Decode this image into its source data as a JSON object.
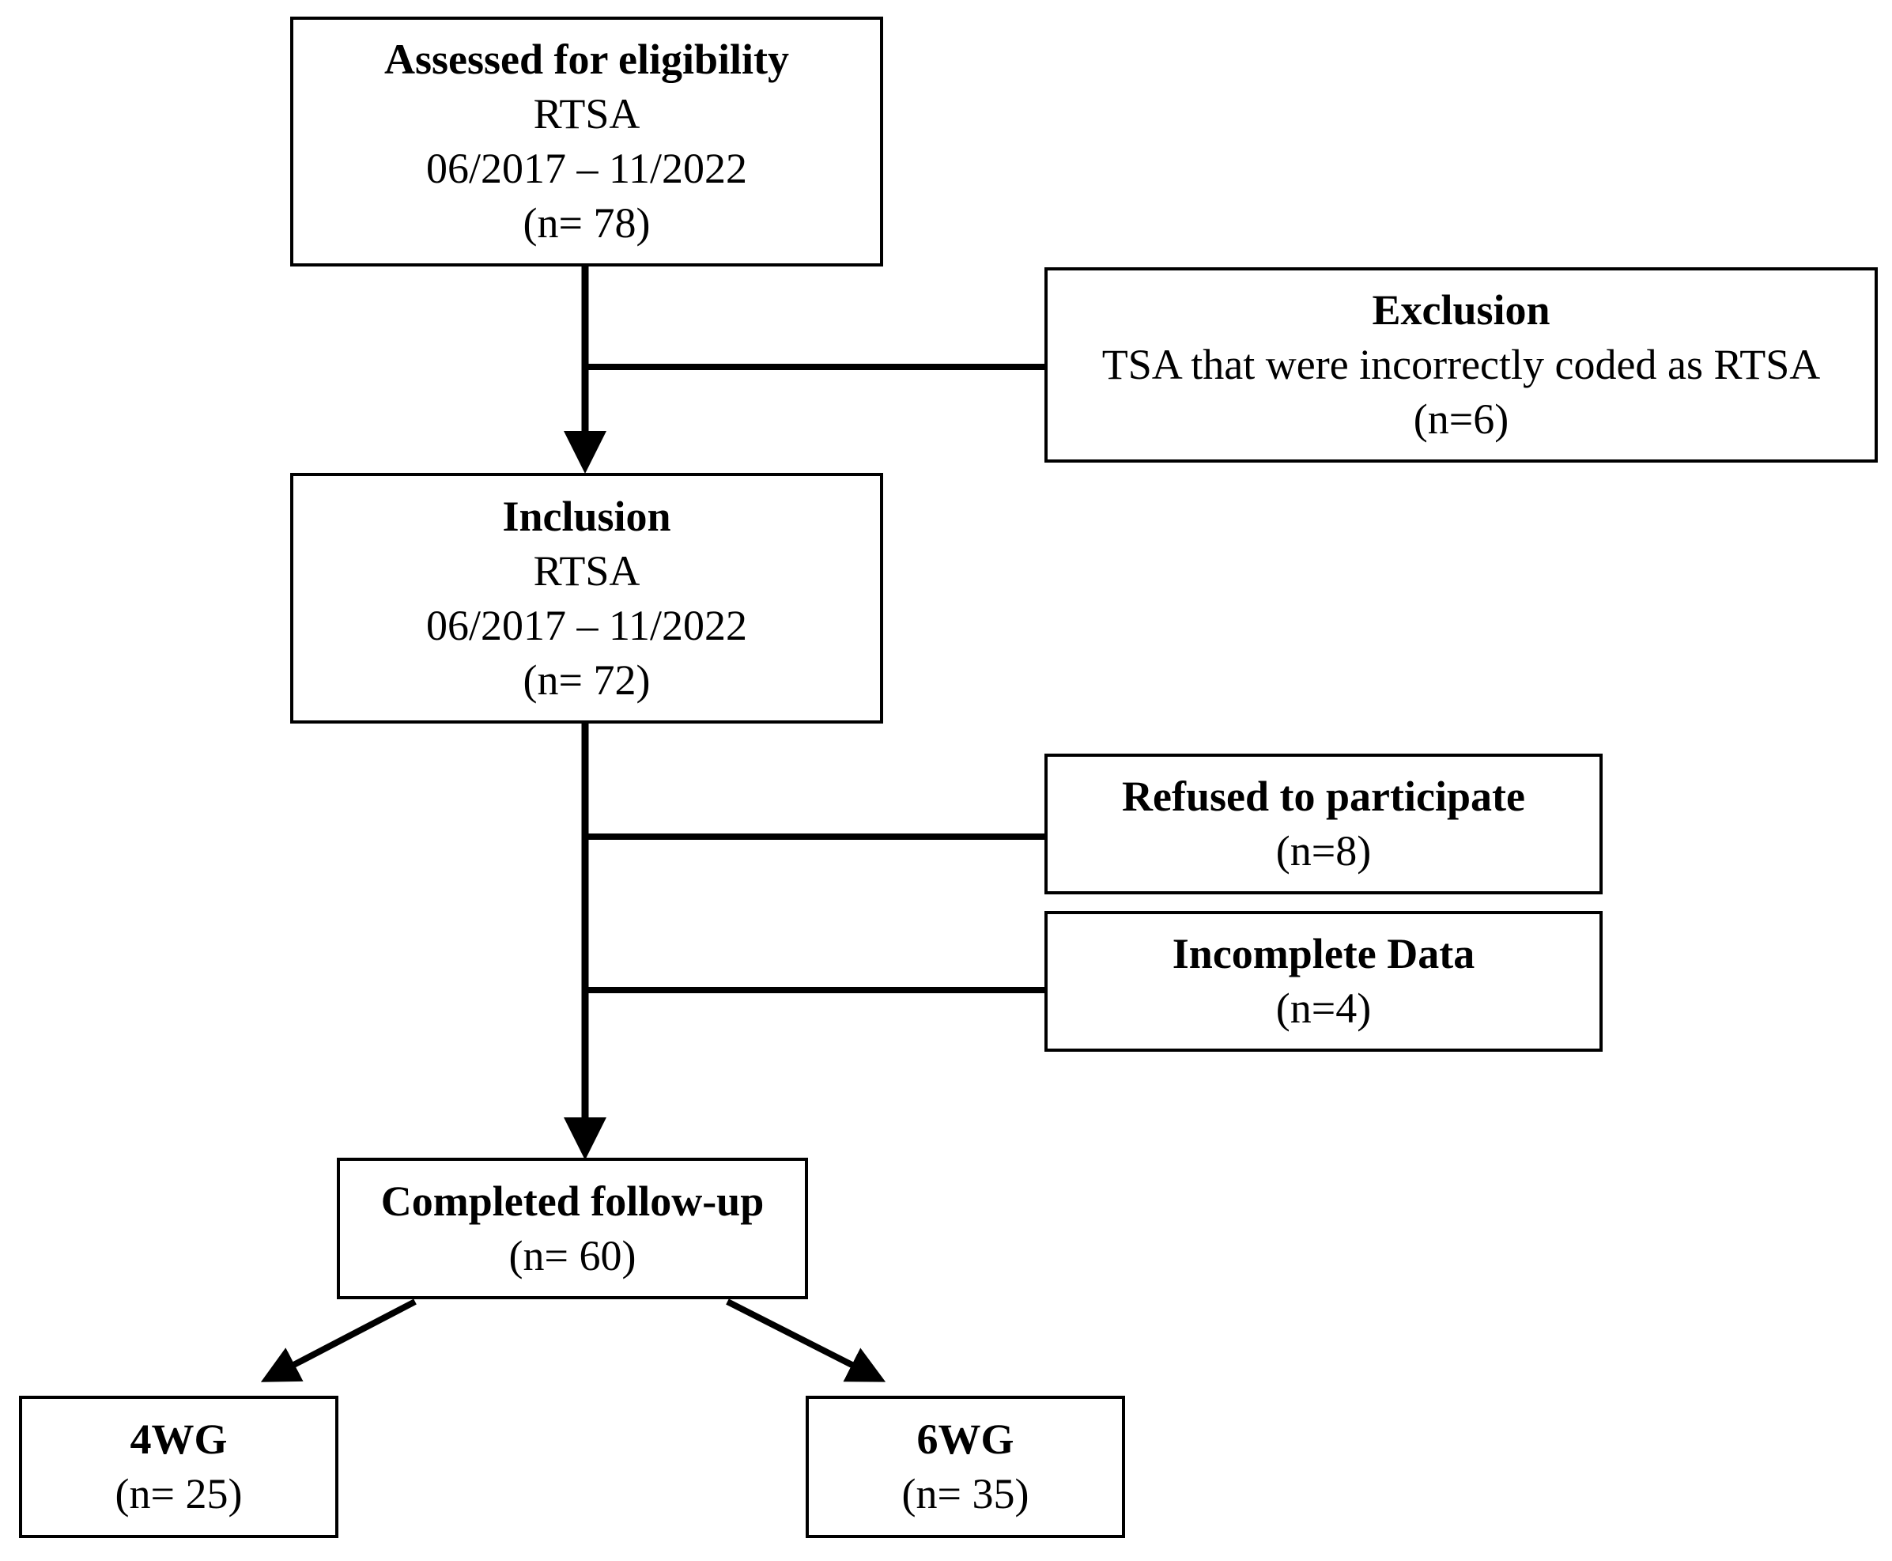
{
  "boxes": {
    "assessed": {
      "title": "Assessed for eligibility",
      "line1": "RTSA",
      "line2": "06/2017 – 11/2022",
      "count": "(n= 78)"
    },
    "exclusion": {
      "title": "Exclusion",
      "line1": "TSA that were incorrectly coded as RTSA",
      "count": "(n=6)"
    },
    "inclusion": {
      "title": "Inclusion",
      "line1": "RTSA",
      "line2": "06/2017 – 11/2022",
      "count": "(n= 72)"
    },
    "refused": {
      "title": "Refused to participate",
      "count": "(n=8)"
    },
    "incomplete": {
      "title": "Incomplete Data",
      "count": "(n=4)"
    },
    "completed": {
      "title": "Completed follow-up",
      "count": "(n= 60)"
    },
    "group_4wg": {
      "title": "4WG",
      "count": "(n= 25)"
    },
    "group_6wg": {
      "title": "6WG",
      "count": "(n= 35)"
    }
  },
  "colors": {
    "stroke": "#000000",
    "background": "#ffffff"
  }
}
